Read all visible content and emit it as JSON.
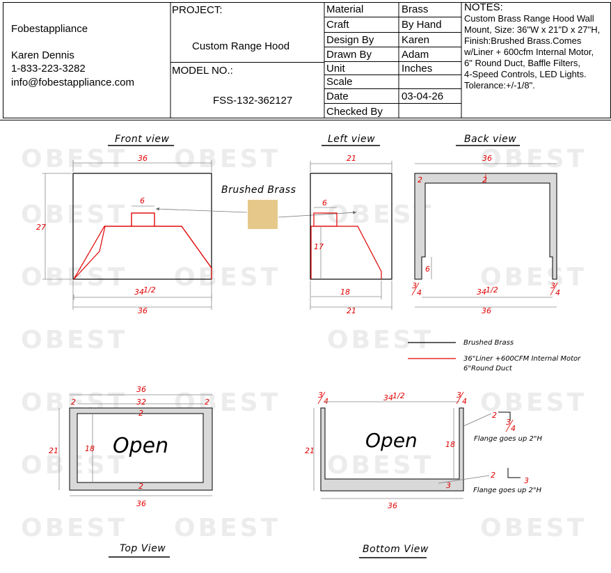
{
  "company": {
    "name": "Fobestappliance",
    "contact_name": "Karen Dennis",
    "phone": "1-833-223-3282",
    "email": "info@fobestappliance.com"
  },
  "project": {
    "label": "PROJECT:",
    "value": "Custom Range Hood",
    "model_label": "MODEL NO.:",
    "model_value": "FSS-132-362127"
  },
  "specs": [
    {
      "label": "Material",
      "value": "Brass"
    },
    {
      "label": "Craft",
      "value": "By Hand"
    },
    {
      "label": "Design By",
      "value": "Karen"
    },
    {
      "label": "Drawn By",
      "value": "Adam"
    },
    {
      "label": "Unit",
      "value": "Inches"
    },
    {
      "label": "Scale",
      "value": ""
    },
    {
      "label": "Date",
      "value": "03-04-26"
    },
    {
      "label": "Checked By",
      "value": ""
    }
  ],
  "notes": {
    "title": "NOTES:",
    "lines": [
      "Custom Brass Range Hood Wall",
      "Mount, Size: 36\"W x 21\"D x 27\"H,",
      "Finish:Brushed Brass.Comes",
      "w/Liner + 600cfm Internal Motor,",
      "6\" Round Duct, Baffle Filters,",
      "4-Speed Controls, LED Lights.",
      "Tolerance:+/-1/8\"."
    ]
  },
  "views": {
    "front": "Front view",
    "left": "Left view",
    "back": "Back view",
    "top": "Top View",
    "bottom": "Bottom View"
  },
  "finish_label": "Brushed Brass",
  "swatch_color": "#e6c98a",
  "legend": {
    "black_label": "Brushed Brass",
    "red_label_1": "36\"Liner +600CFM Internal Motor",
    "red_label_2": "6\"Round Duct"
  },
  "watermark_text": "OBEST",
  "open_label": "Open",
  "flange_note": "Flange goes up 2\"H",
  "dims": {
    "d36": "36",
    "d27": "27",
    "d21": "21",
    "d18": "18",
    "d17": "17",
    "d6": "6",
    "d2": "2",
    "d3": "3",
    "d32": "32",
    "d34": "34",
    "half": "1/2",
    "q3": "3",
    "q4": "4"
  },
  "colors": {
    "red_line": "#e00000",
    "wall_fill": "#d9d9d9"
  }
}
